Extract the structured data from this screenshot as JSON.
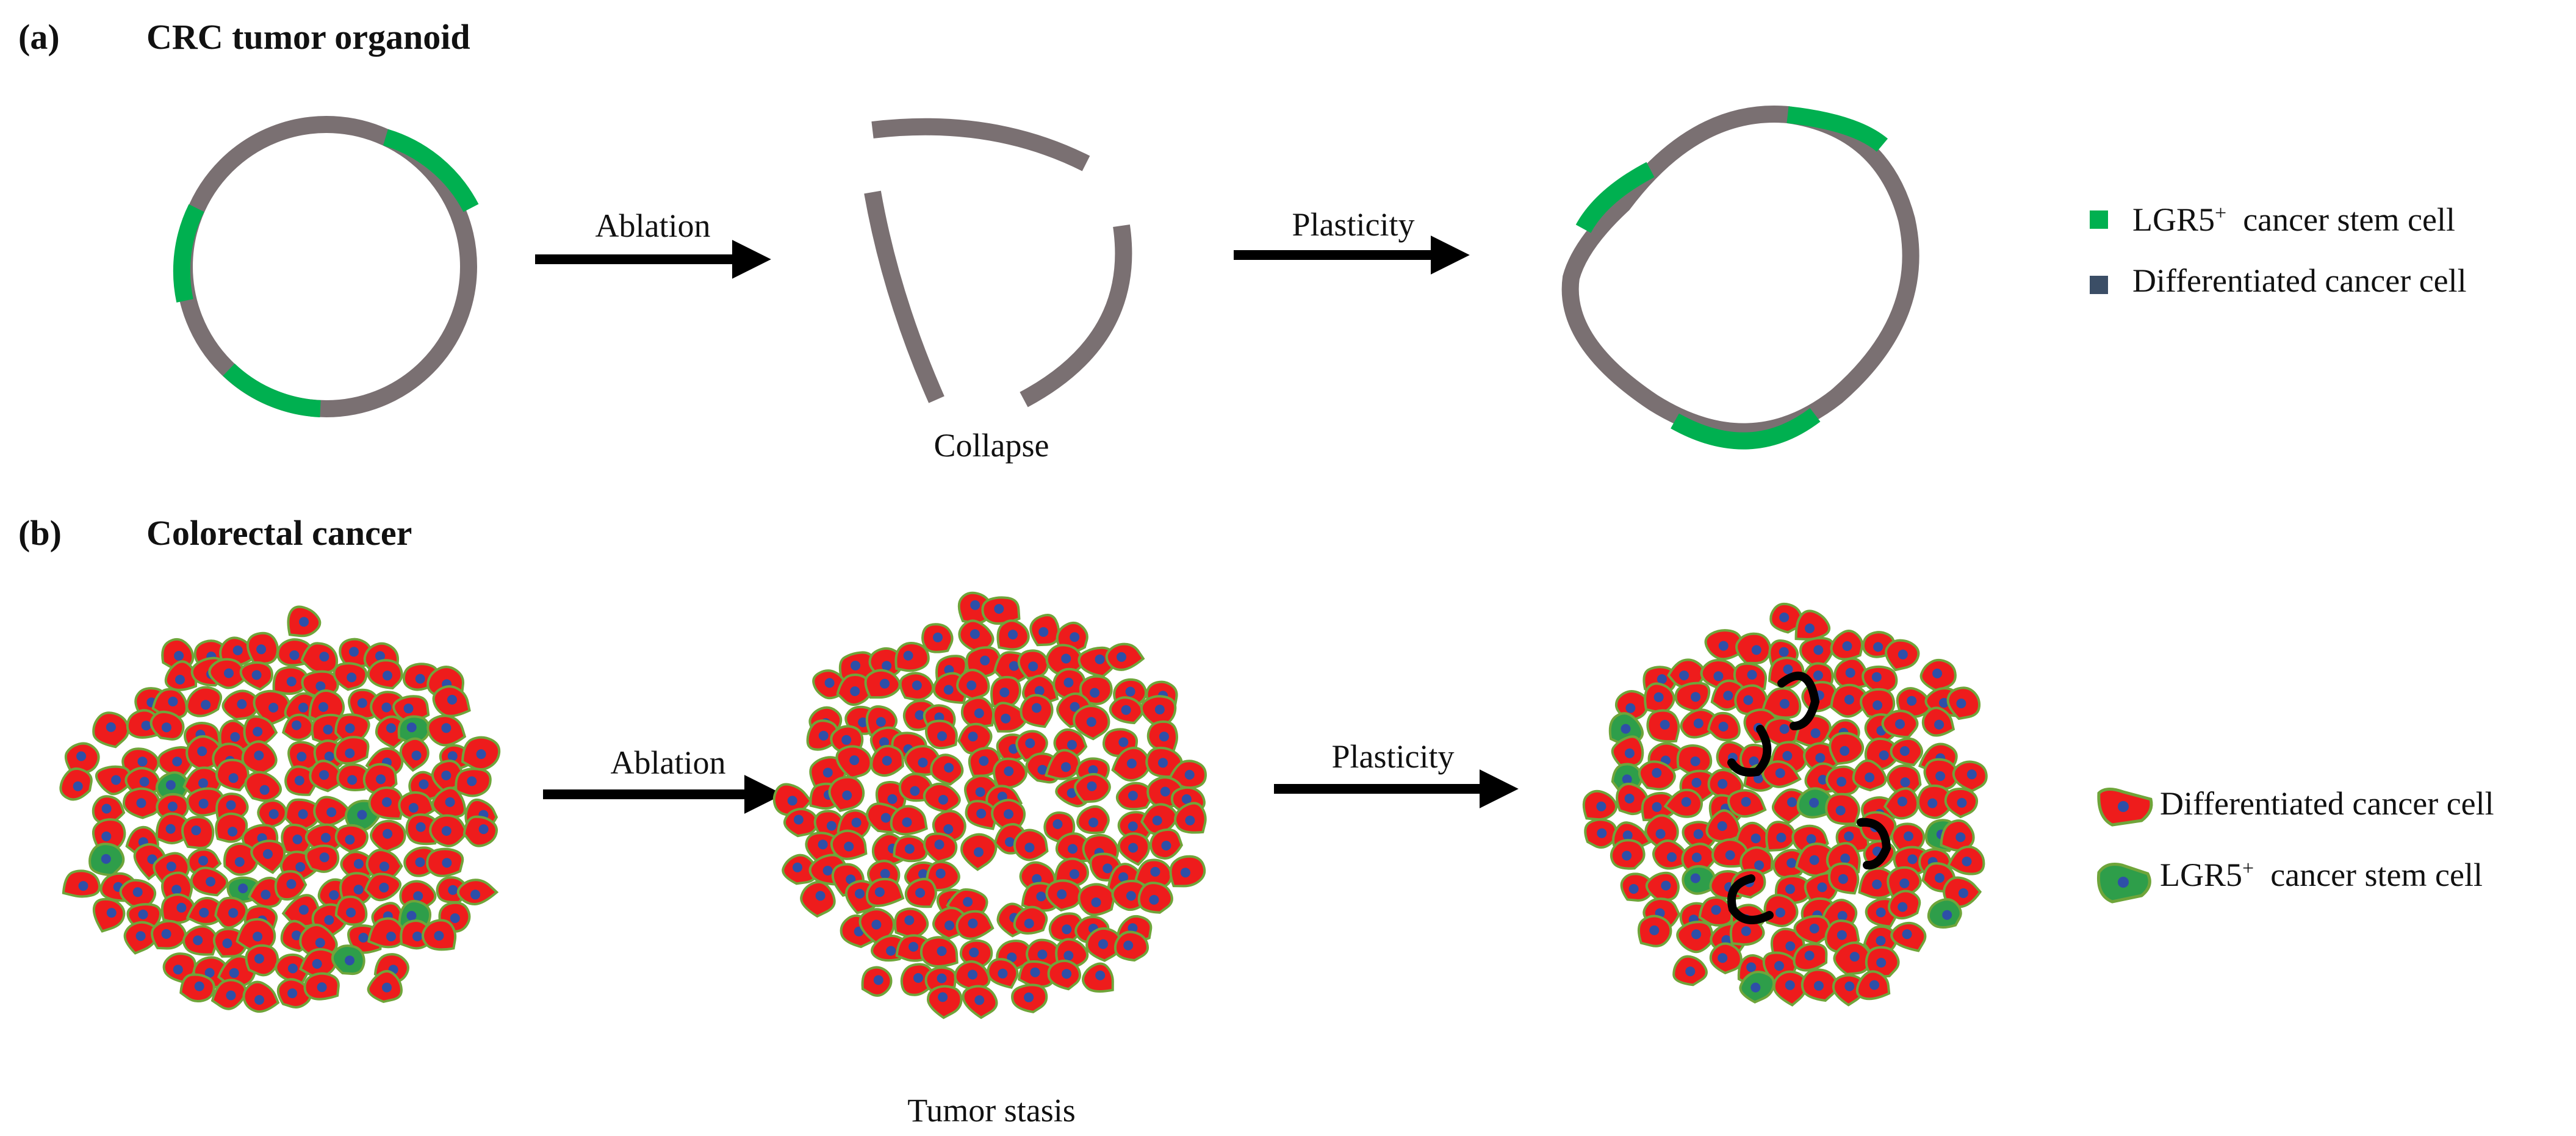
{
  "panel_a": {
    "label": "(a)",
    "title": "CRC tumor organoid",
    "arrow1_label": "Ablation",
    "arrow2_label": "Plasticity",
    "caption_middle": "Collapse",
    "legend": [
      {
        "label": "LGR5",
        "sup": "+",
        "rest": "  cancer stem cell",
        "color": "#00b050"
      },
      {
        "label": "Differentiated cancer cell",
        "sup": "",
        "rest": "",
        "color": "#3b4e66"
      }
    ]
  },
  "panel_b": {
    "label": "(b)",
    "title": "Colorectal cancer",
    "arrow1_label": "Ablation",
    "arrow2_label": "Plasticity",
    "caption_middle": "Tumor stasis",
    "legend": [
      {
        "label": "Differentiated cancer cell",
        "sup": "",
        "rest": ""
      },
      {
        "label": "LGR5",
        "sup": "+",
        "rest": "  cancer stem cell"
      }
    ]
  },
  "colors": {
    "ring_gray": "#7a7072",
    "stem_green": "#00b050",
    "diff_cell_red": "#ee1c1c",
    "cell_outline": "#6fa53a",
    "nucleus_blue": "#2e4fa8",
    "stem_cell_green": "#2e9e4a",
    "arrow": "#000000"
  }
}
